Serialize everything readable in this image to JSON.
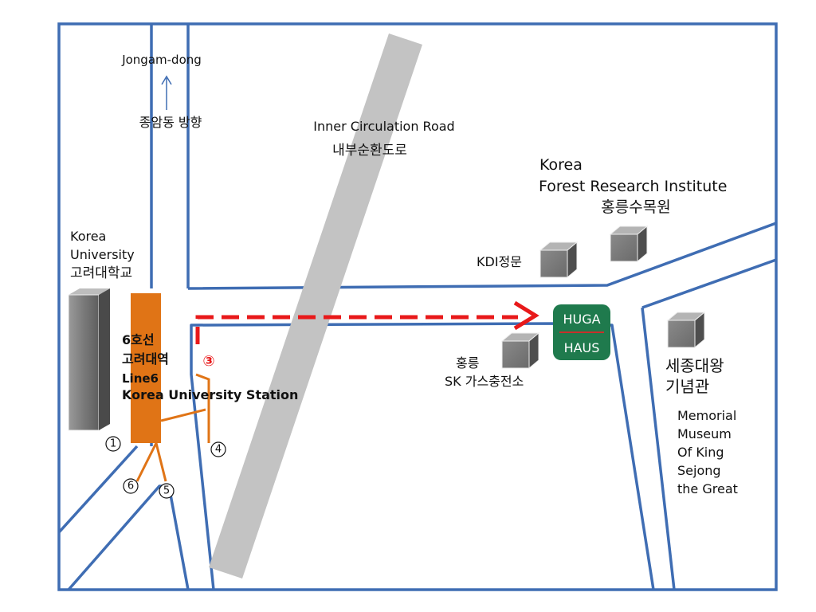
{
  "colors": {
    "road": "#3F6DB3",
    "subway_line": "#E07416",
    "route_arrow": "#E8191A",
    "inner_road": "#C3C3C3",
    "huga_haus_bg": "#1F7A4D",
    "huga_haus_divider": "#C8302A"
  },
  "labels": {
    "jongam_en": "Jongam-dong",
    "jongam_ko": "종암동 방향",
    "inner_road_en": "Inner Circulation  Road",
    "inner_road_ko": "내부순환도로",
    "forest_line1": "Korea",
    "forest_line2": "Forest Research Institute",
    "forest_ko": "홍릉수목원",
    "kdi_gate": "KDI정문",
    "ku_line1": "Korea",
    "ku_line2": "University",
    "ku_ko": "고려대학교",
    "station_ko_line": "6호선",
    "station_ko_name": "고려대역",
    "station_en_line": "Line6",
    "station_en_name": "Korea University Station",
    "sk_line1": "홍릉",
    "sk_line2": "SK 가스충전소",
    "sejong_ko1": "세종대왕",
    "sejong_ko2": "기념관",
    "memorial_1": "Memorial",
    "memorial_2": "Museum",
    "memorial_3": "Of King",
    "memorial_4": "Sejong",
    "memorial_5": "the Great"
  },
  "destination": {
    "line1": "HUGA",
    "line2": "HAUS"
  },
  "exits": {
    "e1": "①",
    "e3": "③",
    "e4": "④",
    "e5": "⑤",
    "e6": "⑥"
  },
  "icons": {
    "north_arrow": "arrow-up-icon",
    "building": "cube-building-icon"
  }
}
